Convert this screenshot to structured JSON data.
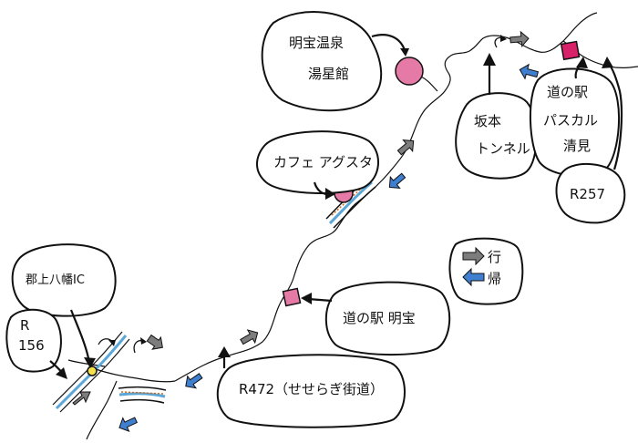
{
  "labels": {
    "onsen_line1": "明宝温泉",
    "onsen_line2": "湯星館",
    "tunnel_line1": "坂本",
    "tunnel_line2": "トンネル",
    "michinoeki_pascal_line1": "道の駅",
    "michinoeki_pascal_line2": "パスカル",
    "michinoeki_pascal_line3": "清見",
    "r257": "R257",
    "cafe": "カフェ アグスタ",
    "michinoeki_meiho": "道の駅 明宝",
    "r472": "R472（せせらぎ街道）",
    "gujo_ic": "郡上八幡IC",
    "r156_line1": "R",
    "r156_line2": "156"
  },
  "legend": {
    "go_label": "行",
    "return_label": "帰"
  },
  "colors": {
    "go_arrow": "#7d7d7d",
    "return_arrow": "#3f7fd0",
    "poi_pink": "#e57aa6",
    "poi_magenta": "#d7226a",
    "river_blue": "#5aa7d8",
    "ic_yellow": "#f3e24a"
  }
}
